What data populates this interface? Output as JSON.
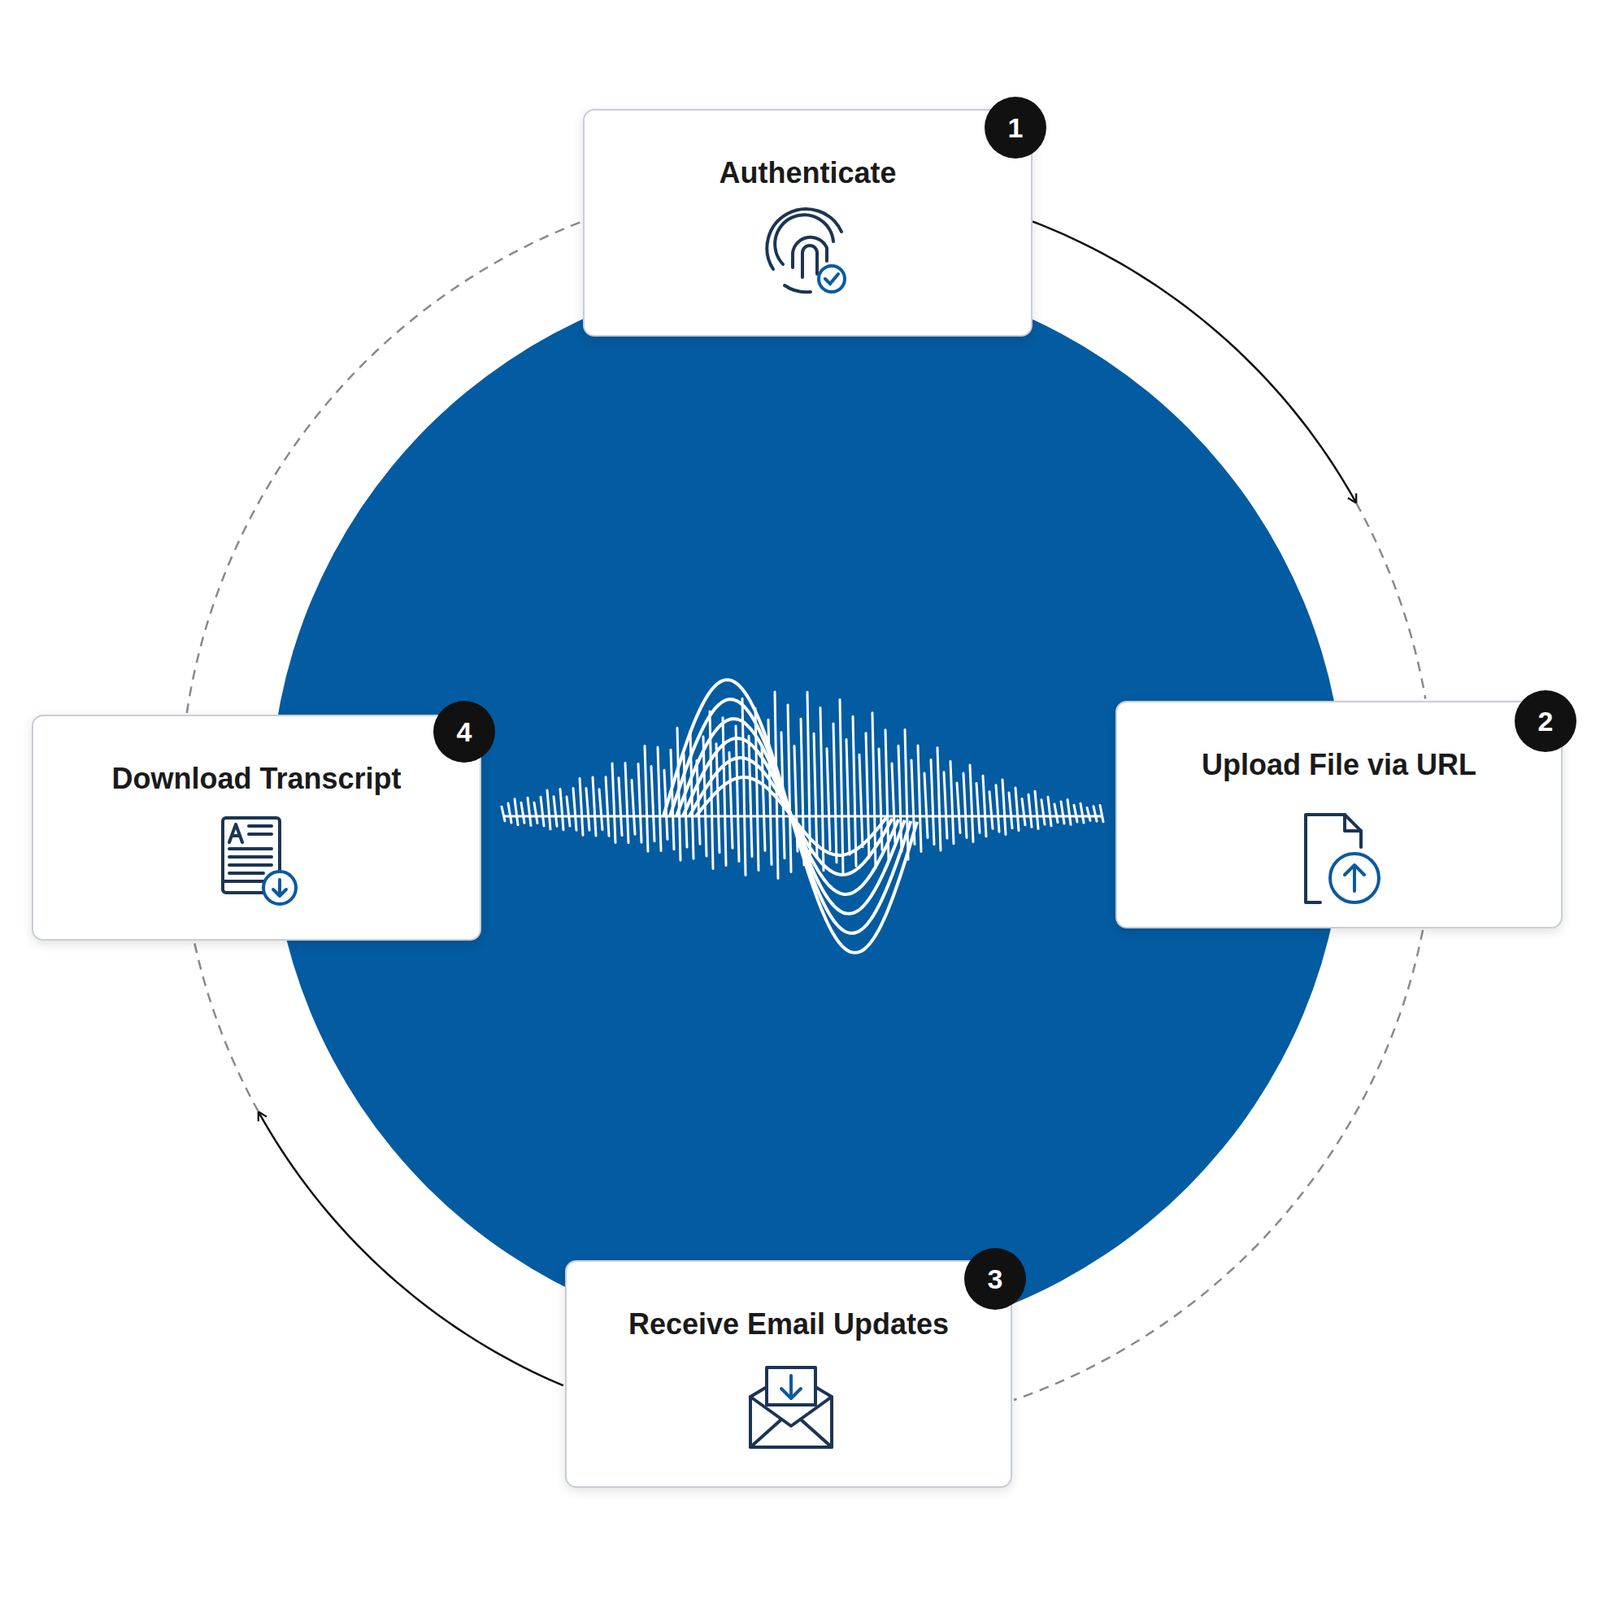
{
  "diagram": {
    "nodes": [
      {
        "text": [
          "Authenticate"
        ]
      },
      {
        "text": [
          "Upload File via URL"
        ]
      },
      {
        "text": [
          "Receive Email Updates"
        ]
      },
      {
        "text": [
          "Download Transcript"
        ]
      }
    ],
    "edges": [
      {
        "from": 0,
        "to": 1,
        "arrow": "to"
      },
      {
        "from": 1,
        "to": 2,
        "arrow": "none"
      },
      {
        "from": 2,
        "to": 3,
        "arrow": "to"
      },
      {
        "from": 3,
        "to": 0,
        "arrow": "none"
      }
    ],
    "labels": [
      "1",
      "2",
      "3",
      "4"
    ]
  }
}
